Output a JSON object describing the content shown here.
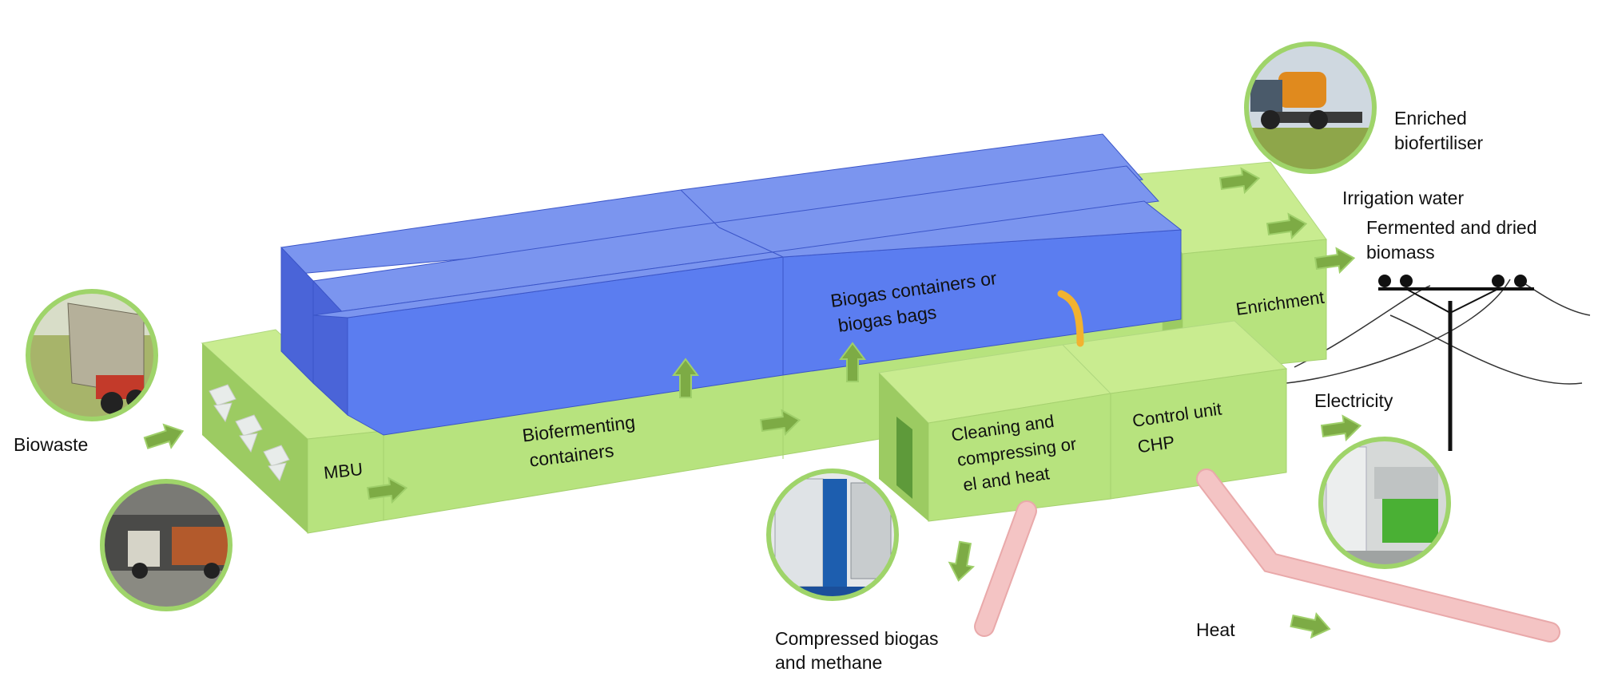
{
  "colors": {
    "container_green_top": "#c9ec90",
    "container_green_front": "#b7e37e",
    "container_green_side": "#9ccb62",
    "bag_blue_top": "#7b95ef",
    "bag_blue_front": "#5b7df0",
    "bag_blue_side": "#4a64d8",
    "arrow_green": "#7dab45",
    "photo_ring": "#9fd46a",
    "heat_pipe": "#f4c4c4",
    "gas_pipe": "#f2b230",
    "pole": "#111111"
  },
  "labels": {
    "biowaste": "Biowaste",
    "mbu": "MBU",
    "biofermenting": [
      "Biofermenting",
      "containers"
    ],
    "biogas_bags": [
      "Biogas containers or",
      "biogas bags"
    ],
    "enrichment": "Enrichment",
    "cleaning": [
      "Cleaning and",
      "compressing or",
      "el and heat"
    ],
    "control": [
      "Control unit",
      "CHP"
    ],
    "enriched": [
      "Enriched",
      "biofertiliser"
    ],
    "irrigation": "Irrigation water",
    "fermented": [
      "Fermented and dried",
      "biomass"
    ],
    "electricity": "Electricity",
    "compressed": [
      "Compressed biogas",
      "and methane"
    ],
    "heat": "Heat"
  },
  "photos": [
    {
      "name": "silage-harvester-photo-icon"
    },
    {
      "name": "waste-loader-photo-icon"
    },
    {
      "name": "slurry-spreader-photo-icon"
    },
    {
      "name": "gas-container-photo-icon"
    },
    {
      "name": "chp-room-photo-icon"
    }
  ]
}
